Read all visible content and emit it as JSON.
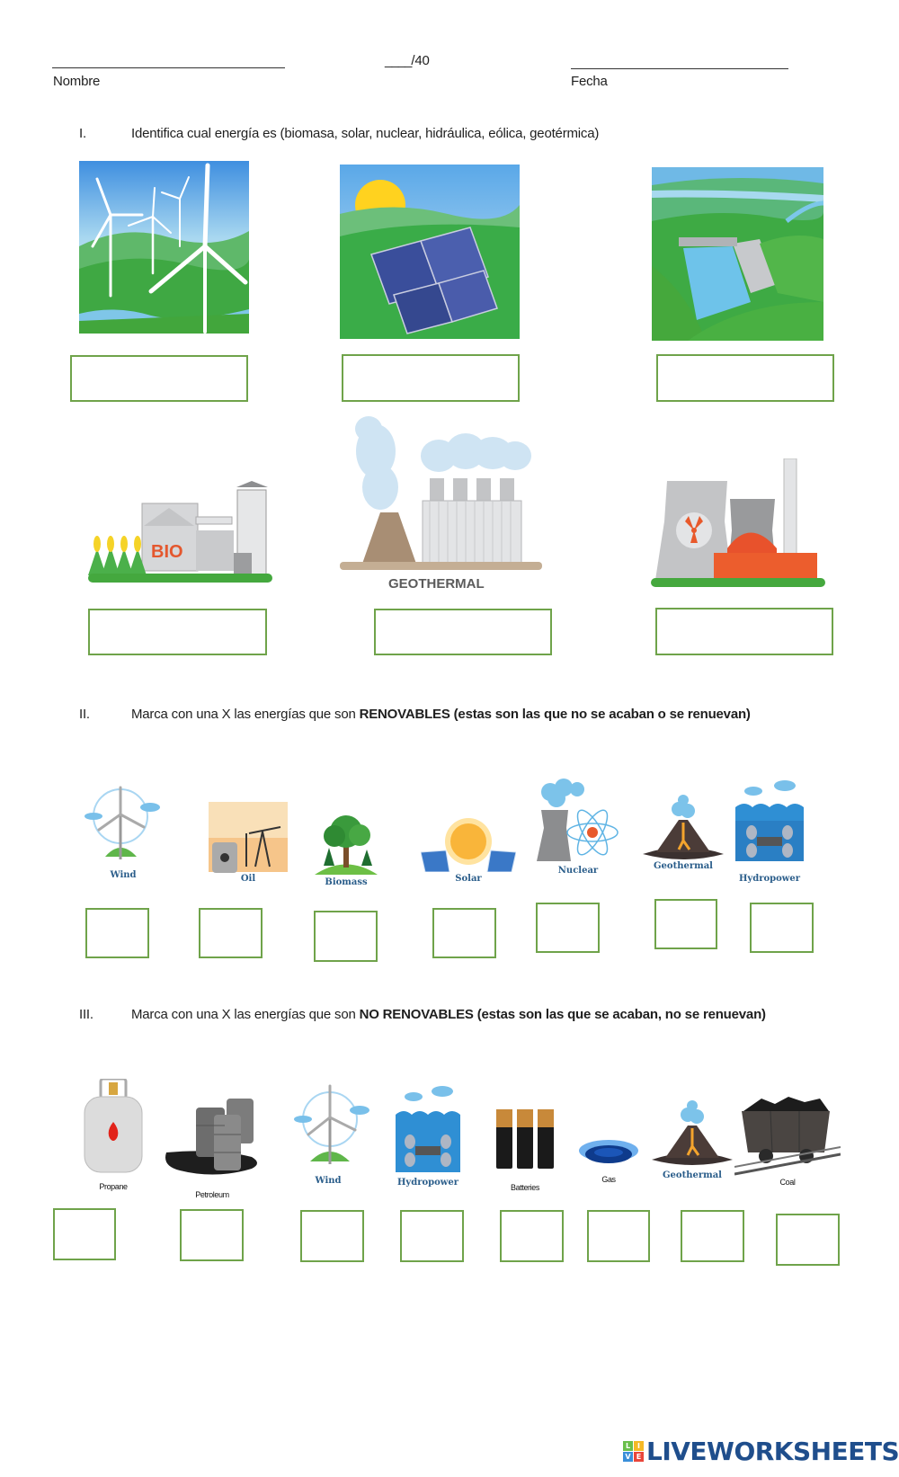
{
  "header": {
    "score_blank": "____",
    "score_total": "/40",
    "name_label": "Nombre",
    "date_label": "Fecha"
  },
  "sections": [
    {
      "number": "I.",
      "text": "Identifica cual energía es (biomasa, solar, nuclear, hidráulica, eólica, geotérmica)",
      "items": [
        {
          "image": "wind-farm",
          "answer": ""
        },
        {
          "image": "solar-panels",
          "answer": ""
        },
        {
          "image": "hydroelectric-dam",
          "answer": ""
        },
        {
          "image": "biomass-plant",
          "image_text": "BIO",
          "answer": ""
        },
        {
          "image": "geothermal-plant",
          "image_text": "GEOTHERMAL",
          "answer": ""
        },
        {
          "image": "nuclear-plant",
          "answer": ""
        }
      ]
    },
    {
      "number": "II.",
      "text_pre": "Marca con una X las energías que son ",
      "text_bold": "RENOVABLES  (estas son las que no se acaban o se renuevan)",
      "items": [
        {
          "label": "Wind",
          "checked": false
        },
        {
          "label": "Oil",
          "checked": false
        },
        {
          "label": "Biomass",
          "checked": false
        },
        {
          "label": "Solar",
          "checked": false
        },
        {
          "label": "Nuclear",
          "checked": false
        },
        {
          "label": "Geothermal",
          "checked": false
        },
        {
          "label": "Hydropower",
          "checked": false
        }
      ]
    },
    {
      "number": "III.",
      "text_pre": "Marca con una X las energías que son ",
      "text_bold": "NO RENOVABLES (estas son las que se acaban, no se renuevan)",
      "items": [
        {
          "label": "Propane",
          "checked": false
        },
        {
          "label": "Petroleum",
          "checked": false
        },
        {
          "label": "Wind",
          "checked": false
        },
        {
          "label": "Hydropower",
          "checked": false
        },
        {
          "label": "Batteries",
          "checked": false
        },
        {
          "label": "Gas",
          "checked": false
        },
        {
          "label": "Geothermal",
          "checked": false
        },
        {
          "label": "Coal",
          "checked": false
        }
      ]
    }
  ],
  "footer": {
    "logo_blocks": [
      "L",
      "I",
      "V",
      "E"
    ],
    "logo_text": "LIVEWORKSHEETS"
  },
  "colors": {
    "box_border": "#6fa34a",
    "logo_blue": "#1f4e8c",
    "icon_label_blue": "#2a5d8a"
  }
}
